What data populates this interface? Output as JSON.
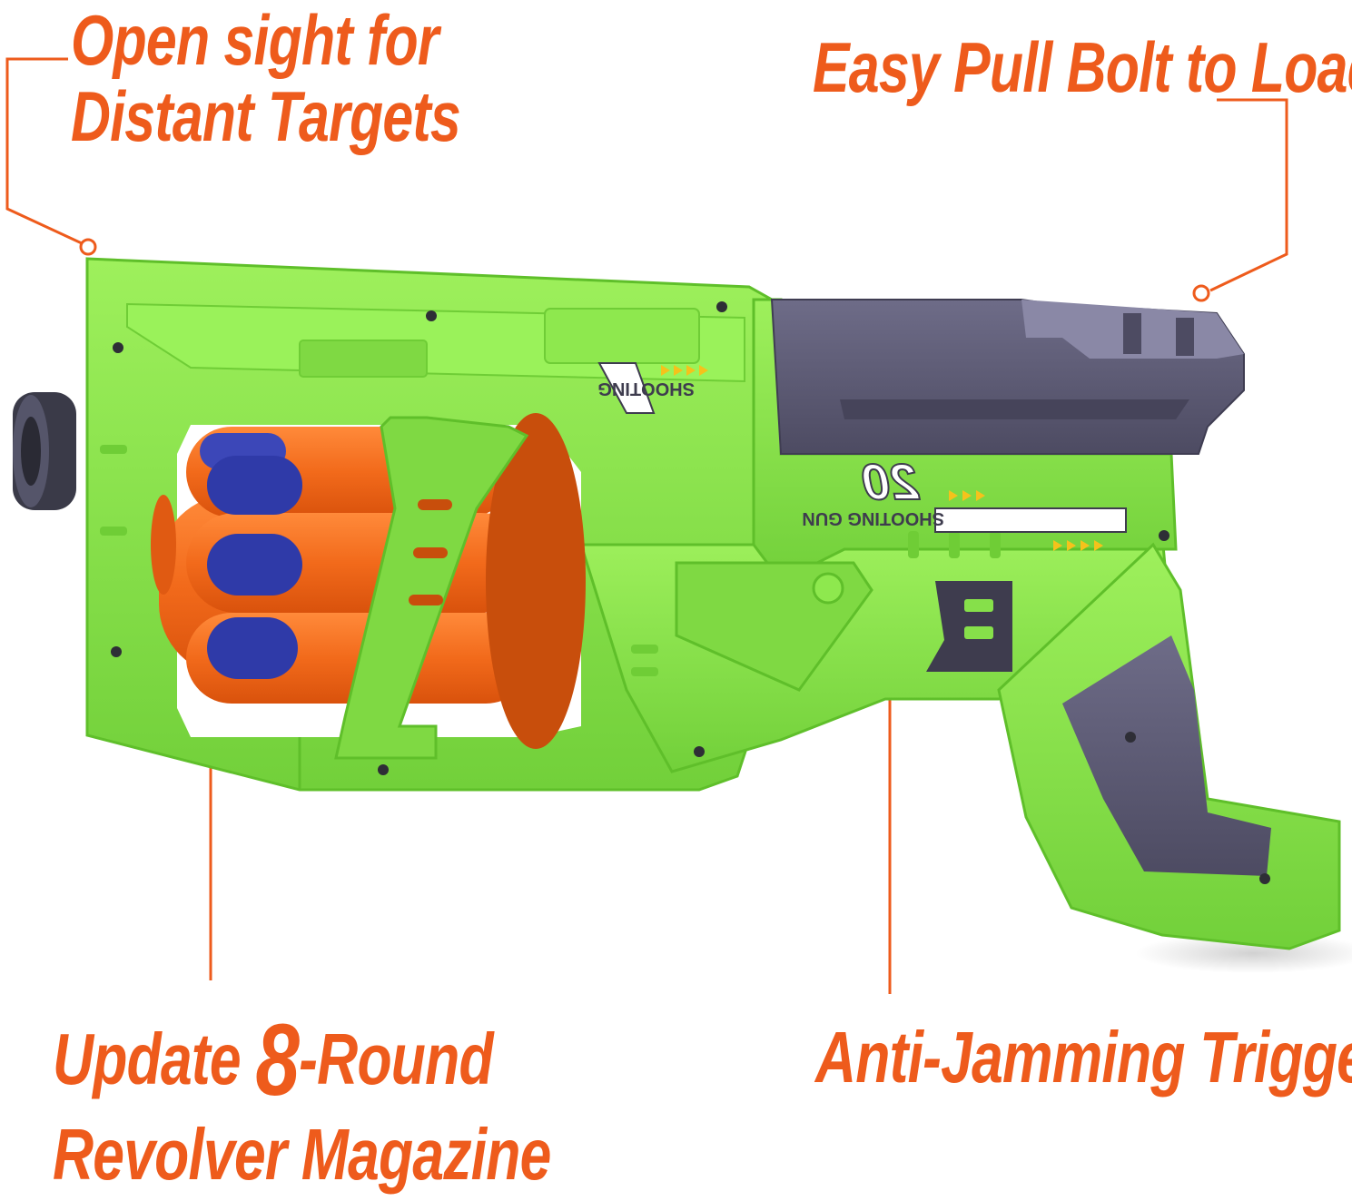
{
  "callouts": {
    "sight": {
      "line1": "Open sight for",
      "line2": "Distant Targets"
    },
    "bolt": {
      "line1": "Easy Pull Bolt to Load"
    },
    "magazine": {
      "line1_pre": "Update ",
      "line1_num": "8",
      "line1_post": "-Round",
      "line2": "Revolver Magazine"
    },
    "trigger": {
      "line1": "Anti-Jamming Trigger"
    }
  },
  "decals": {
    "barrel_text": "SHOOTING",
    "model_number": "20",
    "body_text": "SHOOTING GUN"
  },
  "icons": [
    "toy-blaster-image",
    "foam-dart-icon",
    "callout-marker-icon"
  ],
  "colors": {
    "accent": "#ee5b1c",
    "body_green": "#86e04a",
    "body_dark_green": "#5fbf2a",
    "slide_purple": "#5c5a74",
    "drum_orange": "#f26a1b",
    "dart_blue": "#2f3aa8",
    "decal_yellow": "#f5c21b"
  }
}
